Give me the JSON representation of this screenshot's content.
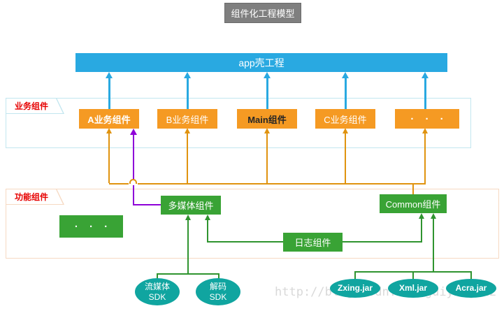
{
  "title": "组件化工程模型",
  "app_shell": "app壳工程",
  "business": {
    "label": "业务组件",
    "boxes": [
      {
        "label": "A业务组件"
      },
      {
        "label": "B业务组件"
      },
      {
        "label": "Main组件"
      },
      {
        "label": "C业务组件"
      },
      {
        "label": "· · ·"
      }
    ]
  },
  "functional": {
    "label": "功能组件",
    "dots": "· · ·",
    "multimedia": "多媒体组件",
    "common": "Common组件",
    "log": "日志组件"
  },
  "sdk_nodes": [
    {
      "line1": "流媒体",
      "line2": "SDK"
    },
    {
      "line1": "解码",
      "line2": "SDK"
    }
  ],
  "jar_nodes": [
    {
      "label": "Zxing.jar"
    },
    {
      "label": "Xml.jar"
    },
    {
      "label": "Acra.jar"
    }
  ],
  "watermark": "http://blog.csdn.net/guiying712",
  "colors": {
    "app_bar_blue": "#29a9e1",
    "box_orange": "#f59a23",
    "node_green": "#39a335",
    "ellipse_teal": "#10a5a0",
    "line_orange": "#e0930f",
    "line_green": "#2f942f",
    "line_purple": "#8e00d8",
    "section_border_blue": "#c2e6ef",
    "section_border_peach": "#f6d9c2",
    "label_red": "#e60000",
    "title_gray": "#7f7f7f"
  }
}
